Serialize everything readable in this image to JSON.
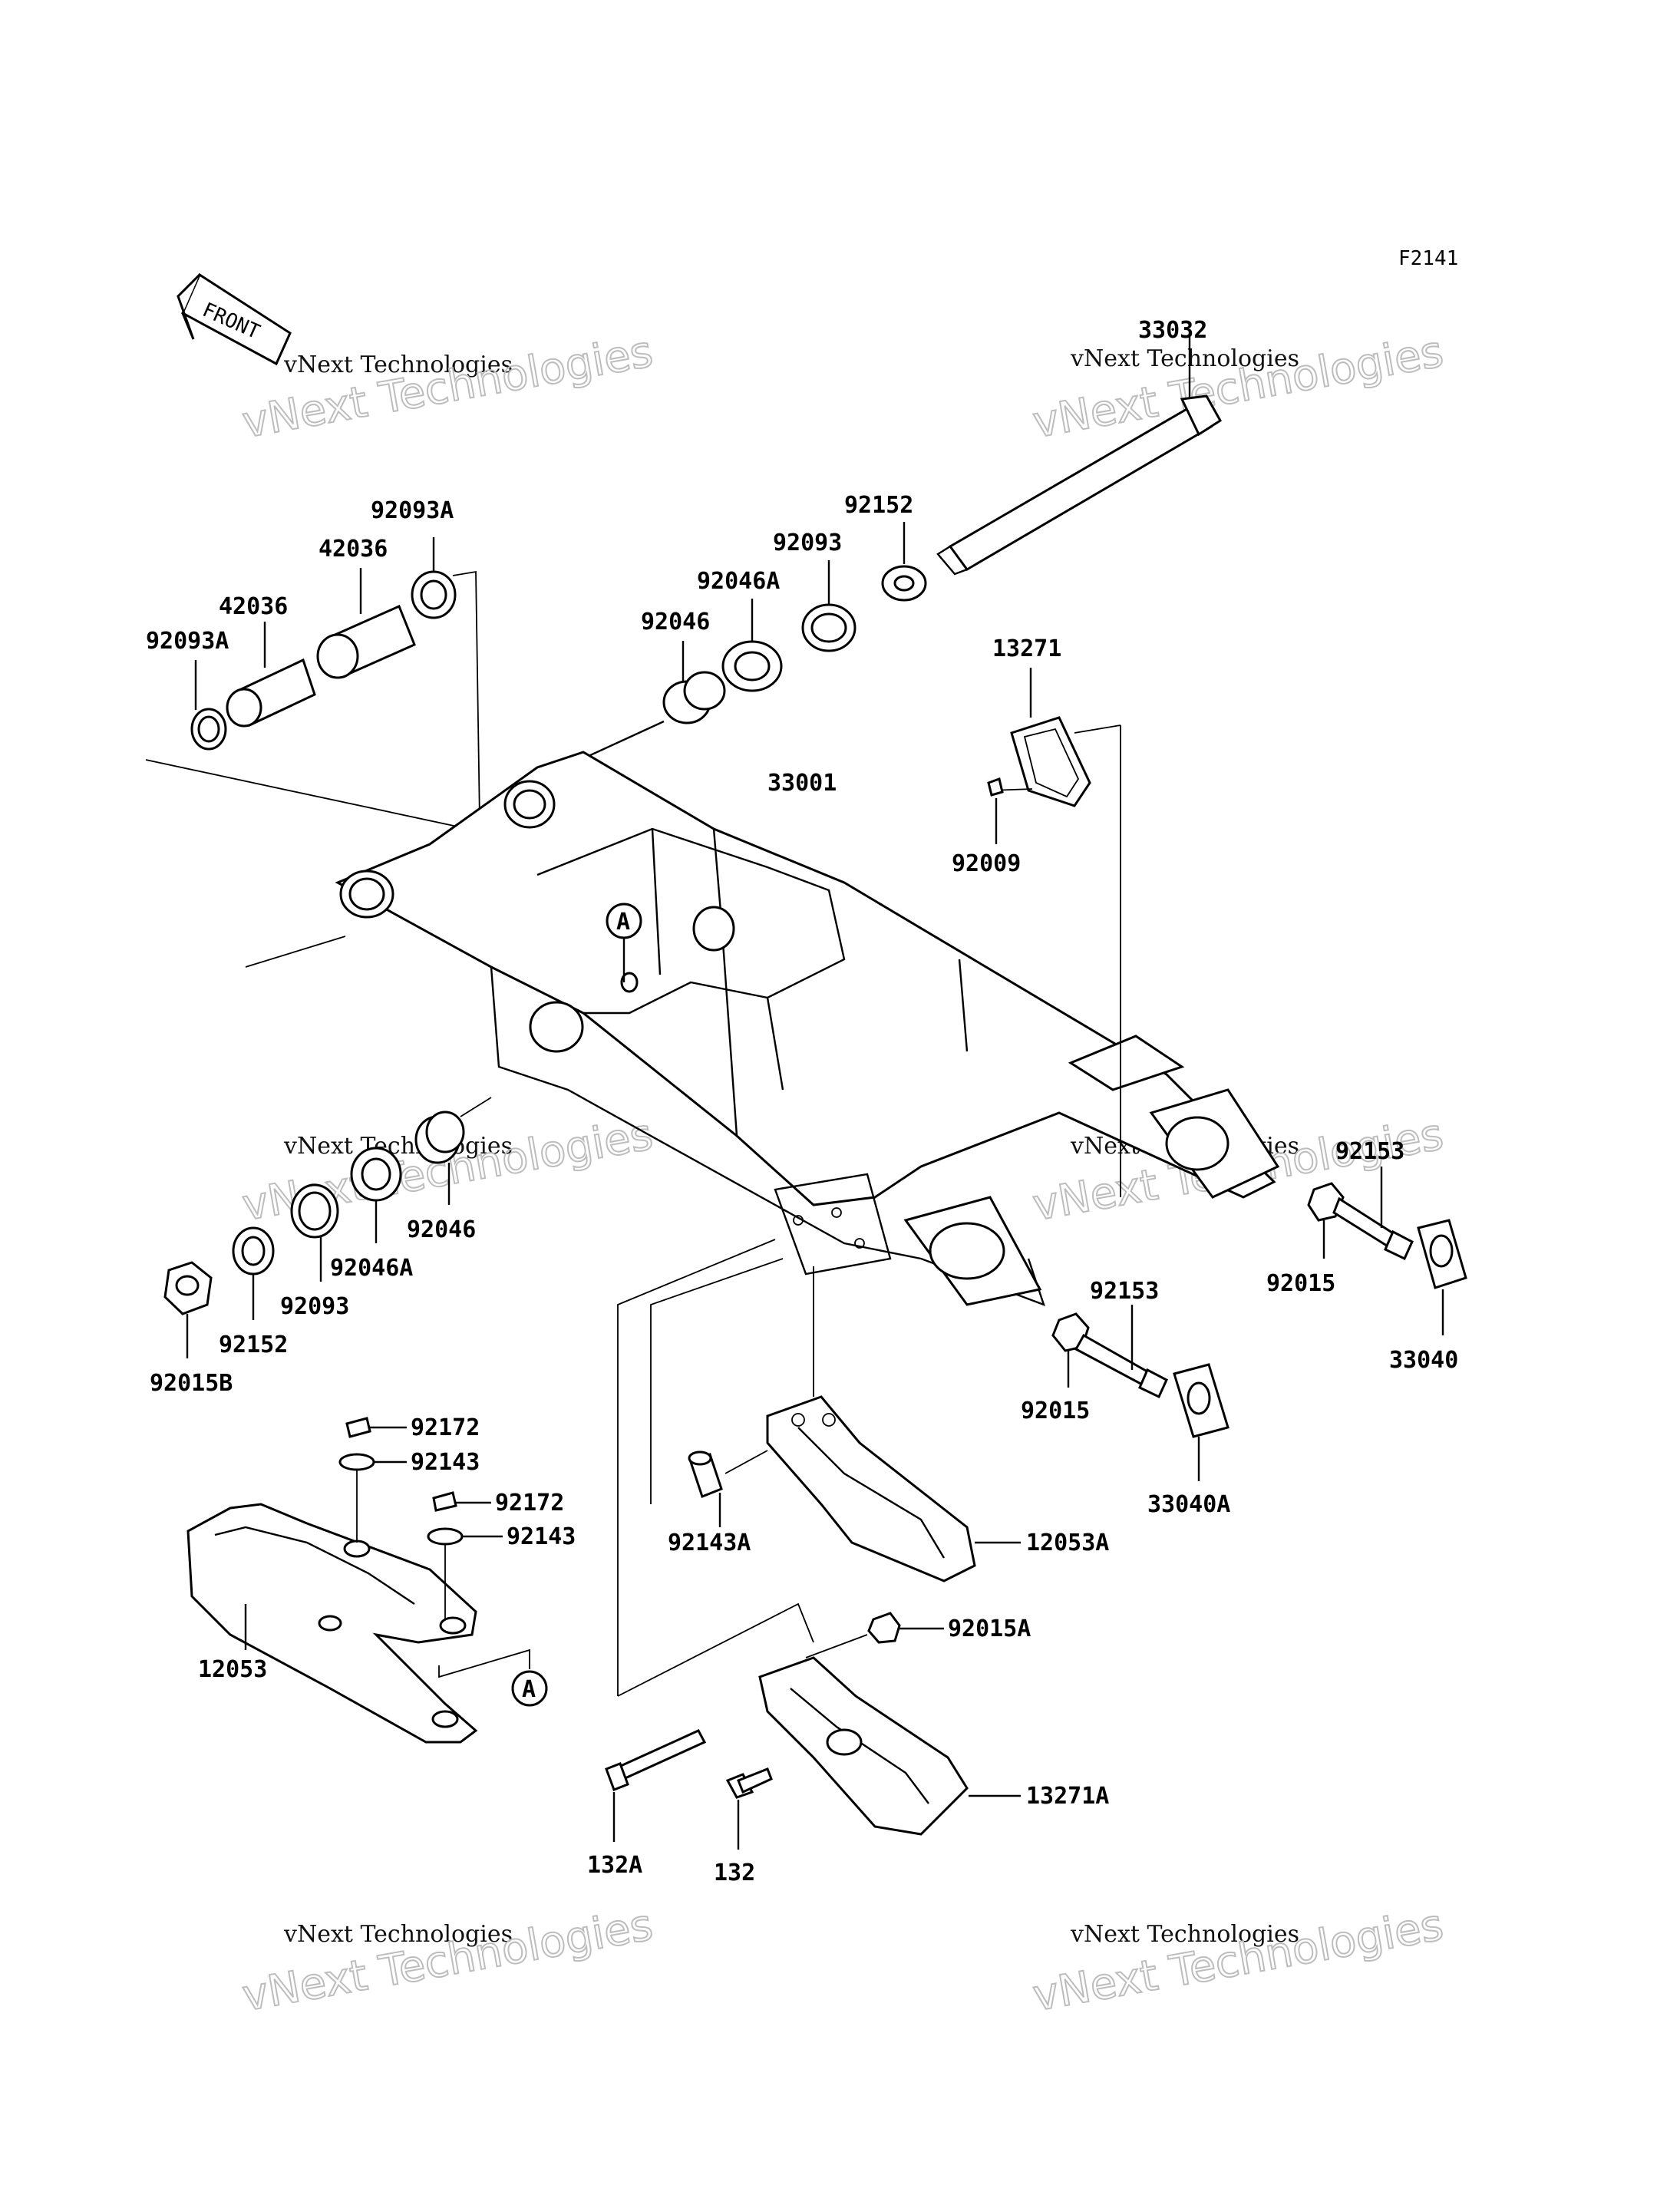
{
  "diagram": {
    "code": "F2141",
    "front_label": "FRONT",
    "ref_marker": "A",
    "watermark": {
      "line1": "vNext Technologies",
      "line2": "vNext\nTechnologies"
    },
    "labels": [
      "33032",
      "92152",
      "92093",
      "92046A",
      "92046",
      "13271",
      "92009",
      "33001",
      "92093A",
      "42036",
      "42036",
      "92093A",
      "92046",
      "92046A",
      "92093",
      "92152",
      "92015B",
      "92153",
      "92015",
      "33040",
      "92153",
      "92015",
      "33040A",
      "92172",
      "92143",
      "92172",
      "92143",
      "12053",
      "92143A",
      "12053A",
      "92015A",
      "13271A",
      "132A",
      "132"
    ]
  }
}
